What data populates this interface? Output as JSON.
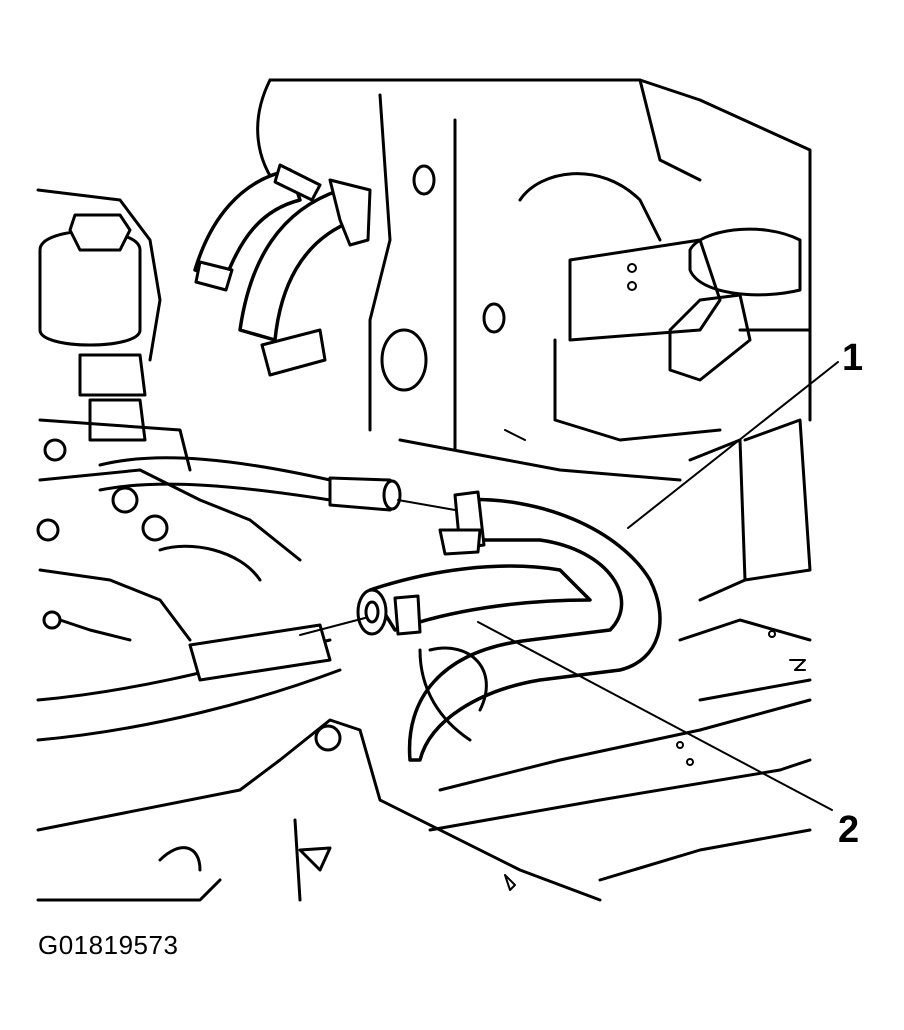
{
  "diagram": {
    "callouts": [
      {
        "id": "callout-1",
        "label": "1"
      },
      {
        "id": "callout-2",
        "label": "2"
      }
    ],
    "figure_id": "G01819573"
  }
}
